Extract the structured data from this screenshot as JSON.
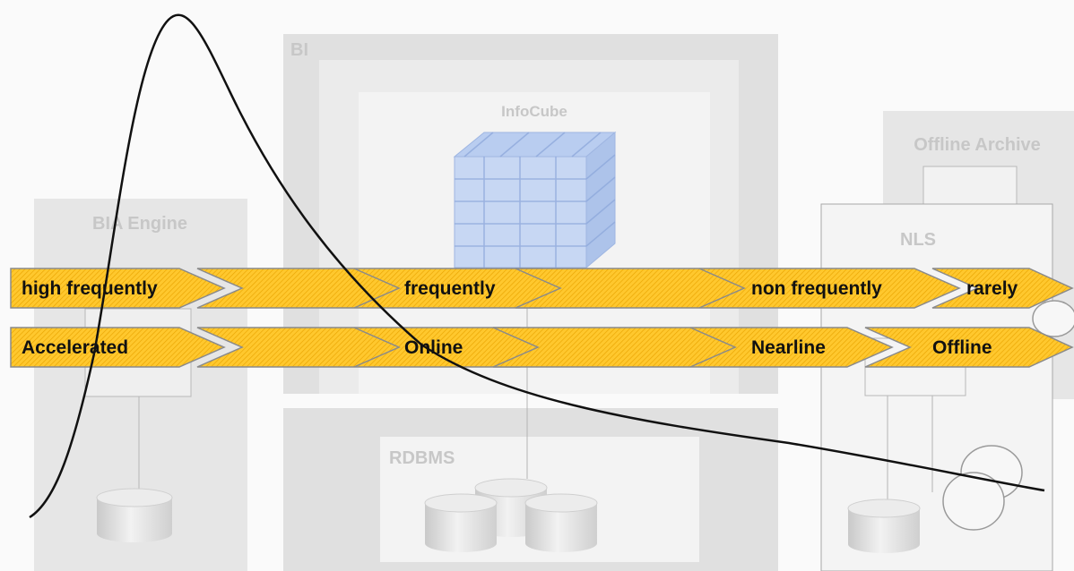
{
  "diagram": {
    "labels": {
      "bi": "BI",
      "infocube": "InfoCube",
      "bia_engine": "BIA Engine",
      "offline_archive": "Offline Archive",
      "nls": "NLS",
      "rdbms": "RDBMS"
    },
    "frequency_row": [
      "high frequently",
      "frequently",
      "non frequently",
      "rarely"
    ],
    "storage_row": [
      "Accelerated",
      "Online",
      "Nearline",
      "Offline"
    ]
  },
  "colors": {
    "arrow_fill": "#ffc82e",
    "arrow_stroke": "#8a8a8a",
    "box_outer": "#e0e0e0",
    "box_inner": "#f4f4f4",
    "curve": "#111111"
  }
}
